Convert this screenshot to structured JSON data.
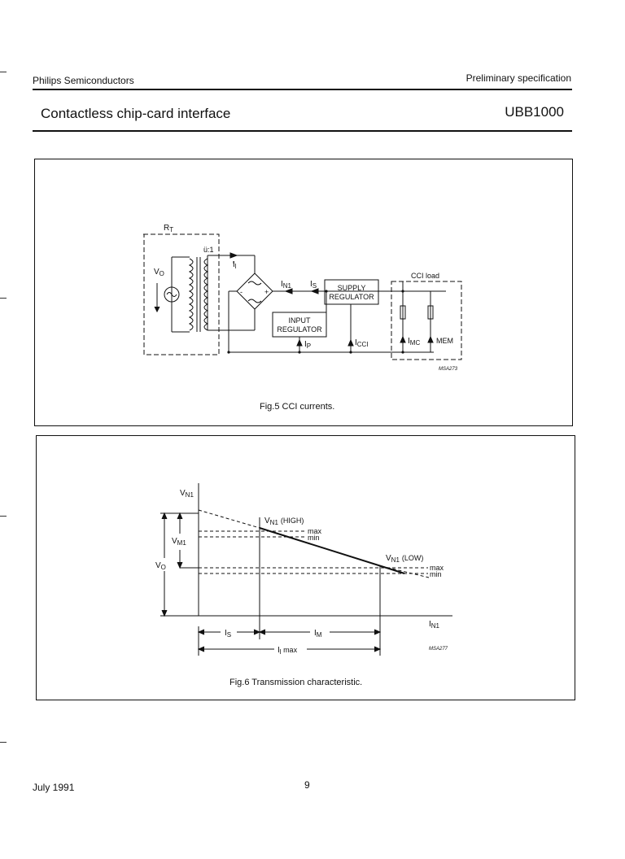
{
  "header": {
    "company": "Philips Semiconductors",
    "doc_status": "Preliminary specification",
    "title": "Contactless chip-card interface",
    "part_number": "UBB1000"
  },
  "fig5": {
    "caption": "Fig.5  CCI currents.",
    "labels": {
      "rt": "R",
      "rt_sub": "T",
      "ratio": "ü:1",
      "vo": "V",
      "vo_sub": "O",
      "il": "I",
      "il_sub": "l",
      "in1": "I",
      "in1_sub": "N1",
      "is": "I",
      "is_sub": "S",
      "supply_1": "SUPPLY",
      "supply_2": "REGULATOR",
      "input_1": "INPUT",
      "input_2": "REGULATOR",
      "ip": "I",
      "ip_sub": "P",
      "icci": "I",
      "icci_sub": "CCI",
      "cci_load": "CCI load",
      "imc": "I",
      "imc_sub": "MC",
      "mem": "MEM",
      "minus": "-",
      "plus": "+",
      "code": "MSA273"
    }
  },
  "fig6": {
    "caption": "Fig.6  Transmission characteristic.",
    "labels": {
      "vn1_axis": "V",
      "vn1_axis_sub": "N1",
      "vn1_high": "V",
      "vn1_high_sub": "N1",
      "high": "(HIGH)",
      "vn1_low": "V",
      "vn1_low_sub": "N1",
      "low": "(LOW)",
      "max": "max",
      "min": "min",
      "vm1": "V",
      "vm1_sub": "M1",
      "vo": "V",
      "vo_sub": "O",
      "in1_axis": "I",
      "in1_axis_sub": "N1",
      "is": "I",
      "is_sub": "S",
      "im": "I",
      "im_sub": "M",
      "ilmax": "I",
      "ilmax_sub": "l",
      "ilmax_suffix": " max",
      "code": "MSA277"
    }
  },
  "footer": {
    "date": "July 1991",
    "page": "9"
  }
}
